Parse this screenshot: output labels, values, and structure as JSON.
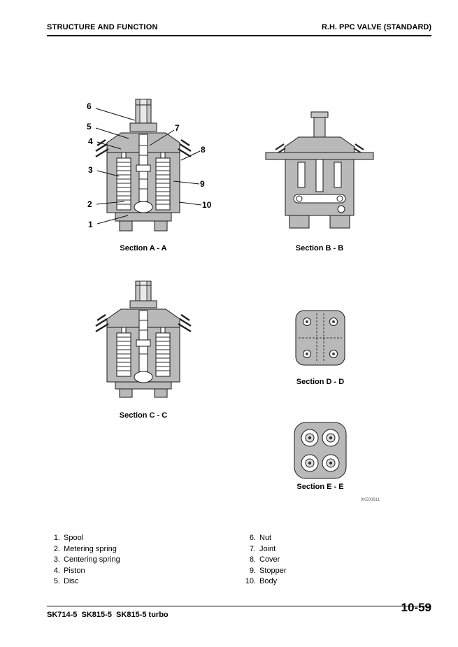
{
  "header": {
    "left_title": "STRUCTURE AND FUNCTION",
    "right_title": "R.H. PPC VALVE (STANDARD)"
  },
  "figure": {
    "code": "9K500811",
    "sections": {
      "a": "Section A - A",
      "b": "Section B - B",
      "c": "Section C - C",
      "d": "Section D - D",
      "e": "Section E - E"
    },
    "callouts": [
      "1",
      "2",
      "3",
      "4",
      "5",
      "6",
      "7",
      "8",
      "9",
      "10"
    ]
  },
  "parts_list": {
    "left": [
      {
        "num": "1.",
        "name": "Spool"
      },
      {
        "num": "2.",
        "name": "Metering spring"
      },
      {
        "num": "3.",
        "name": "Centering spring"
      },
      {
        "num": "4.",
        "name": "Piston"
      },
      {
        "num": "5.",
        "name": "Disc"
      }
    ],
    "right": [
      {
        "num": "6.",
        "name": "Nut"
      },
      {
        "num": "7.",
        "name": "Joint"
      },
      {
        "num": "8.",
        "name": "Cover"
      },
      {
        "num": "9.",
        "name": "Stopper"
      },
      {
        "num": "10.",
        "name": "Body"
      }
    ]
  },
  "footer": {
    "models": "SK714-5  SK815-5  SK815-5 turbo",
    "page_number": "10-59"
  },
  "colors": {
    "diagram_gray": "#b9b9b9",
    "line_black": "#1a1a1a"
  }
}
